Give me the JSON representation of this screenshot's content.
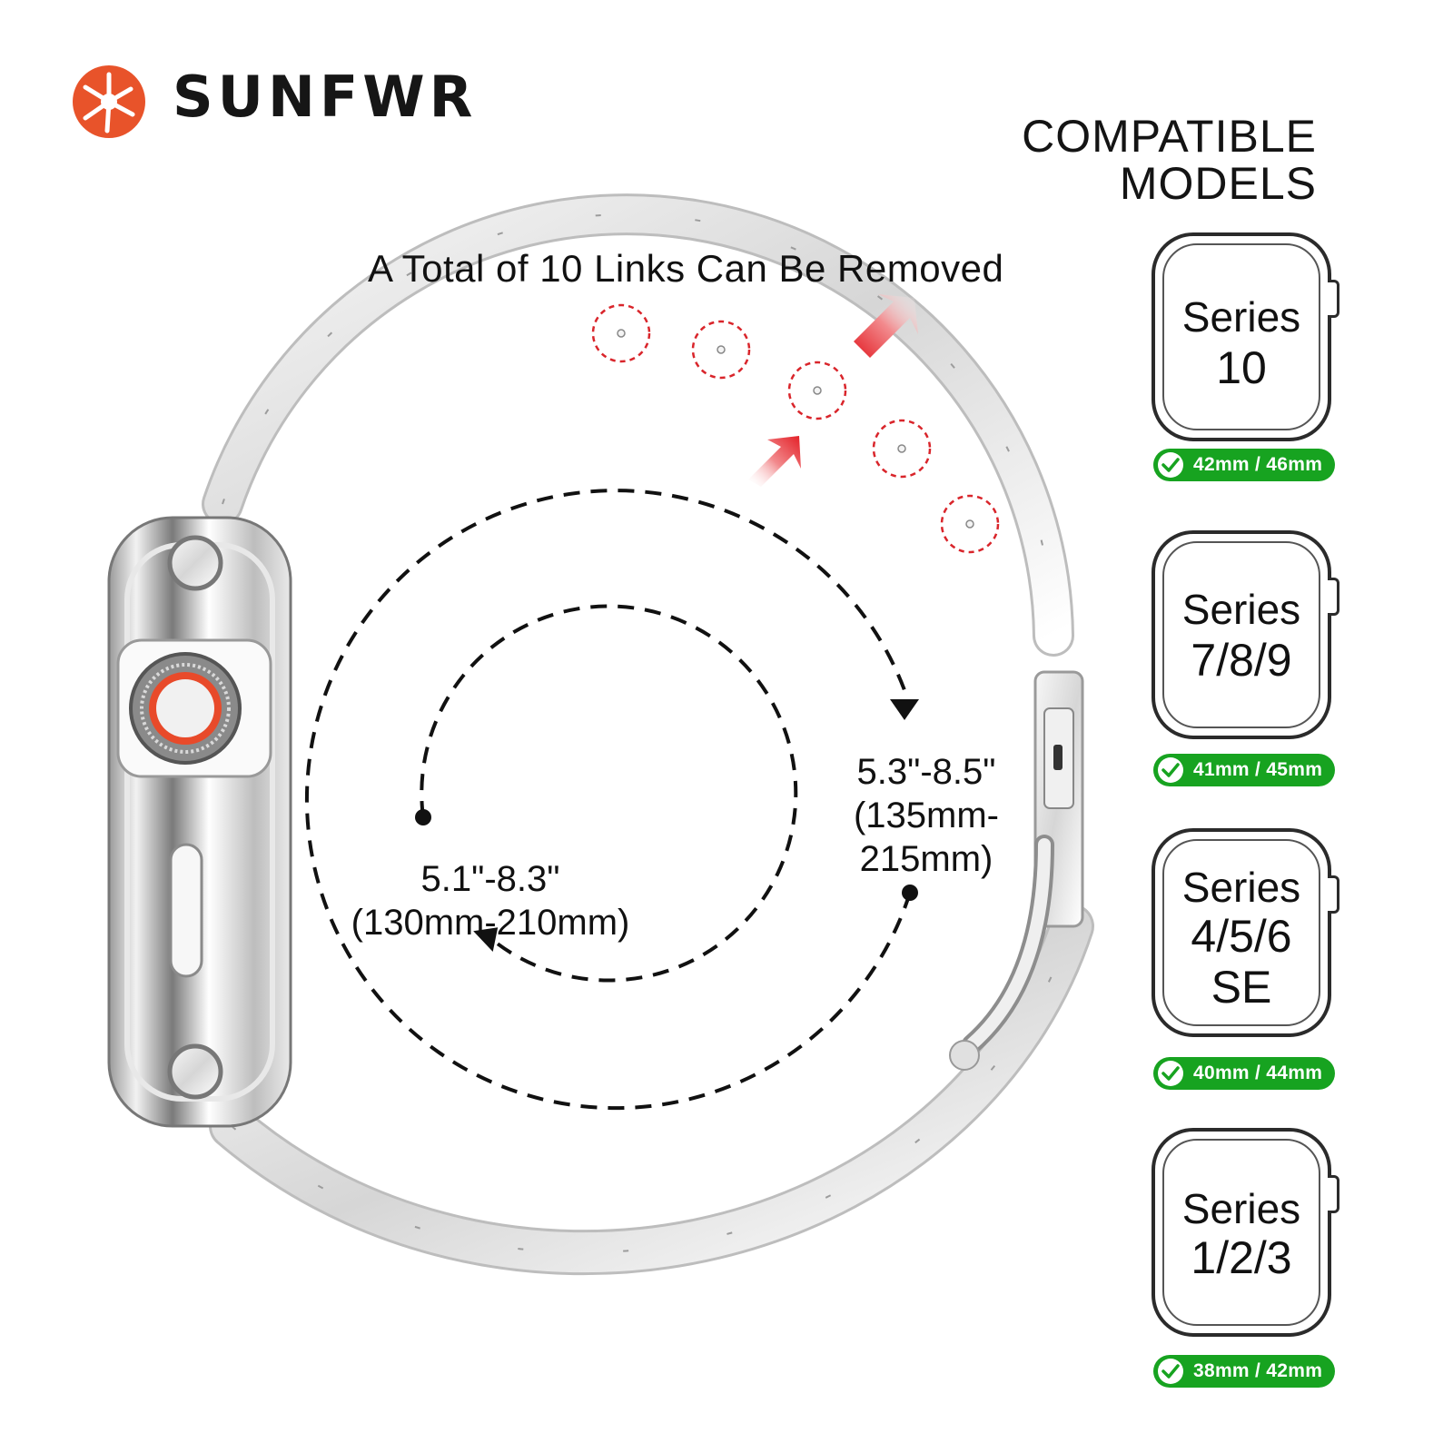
{
  "brand": {
    "name": "SUNFWR",
    "accent_color": "#e8532a",
    "logo_icon": "sunburst-icon"
  },
  "headline": "A Total of 10 Links Can Be Removed",
  "compatible_title": {
    "line1": "COMPATIBLE",
    "line2": "MODELS"
  },
  "sizes": {
    "outer": {
      "inches": "5.3\"-8.5\"",
      "mm_line1": "(135mm-",
      "mm_line2": "215mm)"
    },
    "inner": {
      "inches": "5.1\"-8.3\"",
      "mm": "(130mm-210mm)"
    }
  },
  "models": [
    {
      "line1": "Series",
      "line2": "10",
      "line3": "",
      "size": "42mm / 46mm"
    },
    {
      "line1": "Series",
      "line2": "7/8/9",
      "line3": "",
      "size": "41mm / 45mm"
    },
    {
      "line1": "Series",
      "line2": "4/5/6",
      "line3": "SE",
      "size": "40mm / 44mm"
    },
    {
      "line1": "Series",
      "line2": "1/2/3",
      "line3": "",
      "size": "38mm / 42mm"
    }
  ],
  "colors": {
    "badge_green": "#17a320",
    "removable_link_marker": "#d9252b",
    "arrow_red": "#e31e25"
  },
  "removable_link_markers": 5
}
